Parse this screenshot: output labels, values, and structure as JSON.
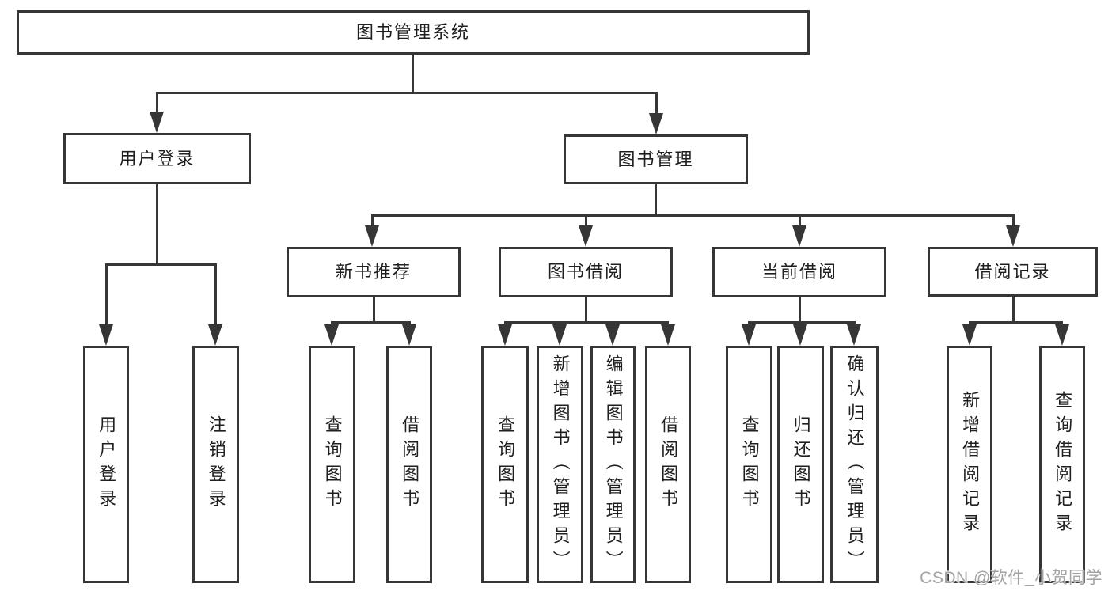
{
  "title": "图书管理系统",
  "colors": {
    "background": "#ffffff",
    "line": "#363636",
    "text": "#1f1f1f",
    "watermark": "#a3a3a3"
  },
  "nodes": {
    "root": {
      "label": "图书管理系统"
    },
    "user_login": {
      "label": "用户登录"
    },
    "book_mgmt": {
      "label": "图书管理"
    },
    "new_book_rec": {
      "label": "新书推荐"
    },
    "book_borrow": {
      "label": "图书借阅"
    },
    "current_borrow": {
      "label": "当前借阅"
    },
    "borrow_records": {
      "label": "借阅记录"
    },
    "leaf_user_login": {
      "label": "用户登录"
    },
    "leaf_logout": {
      "label": "注销登录"
    },
    "leaf_query_book_1": {
      "label": "查询图书"
    },
    "leaf_borrow_book_1": {
      "label": "借阅图书"
    },
    "leaf_query_book_2": {
      "label": "查询图书"
    },
    "leaf_add_book_admin": {
      "label": "新增图书（管理员）"
    },
    "leaf_edit_book_admin": {
      "label": "编辑图书（管理员）"
    },
    "leaf_borrow_book_2": {
      "label": "借阅图书"
    },
    "leaf_query_book_3": {
      "label": "查询图书"
    },
    "leaf_return_book": {
      "label": "归还图书"
    },
    "leaf_confirm_return_admin": {
      "label": "确认归还（管理员）"
    },
    "leaf_add_borrow_record": {
      "label": "新增借阅记录"
    },
    "leaf_query_borrow_record": {
      "label": "查询借阅记录"
    }
  },
  "hierarchy": {
    "图书管理系统": [
      "用户登录",
      "图书管理"
    ],
    "用户登录": [
      "用户登录",
      "注销登录"
    ],
    "图书管理": [
      "新书推荐",
      "图书借阅",
      "当前借阅",
      "借阅记录"
    ],
    "新书推荐": [
      "查询图书",
      "借阅图书"
    ],
    "图书借阅": [
      "查询图书",
      "新增图书（管理员）",
      "编辑图书（管理员）",
      "借阅图书"
    ],
    "当前借阅": [
      "查询图书",
      "归还图书",
      "确认归还（管理员）"
    ],
    "借阅记录": [
      "新增借阅记录",
      "查询借阅记录"
    ]
  },
  "watermark": {
    "text": "CSDN @软件_小贺同学"
  }
}
